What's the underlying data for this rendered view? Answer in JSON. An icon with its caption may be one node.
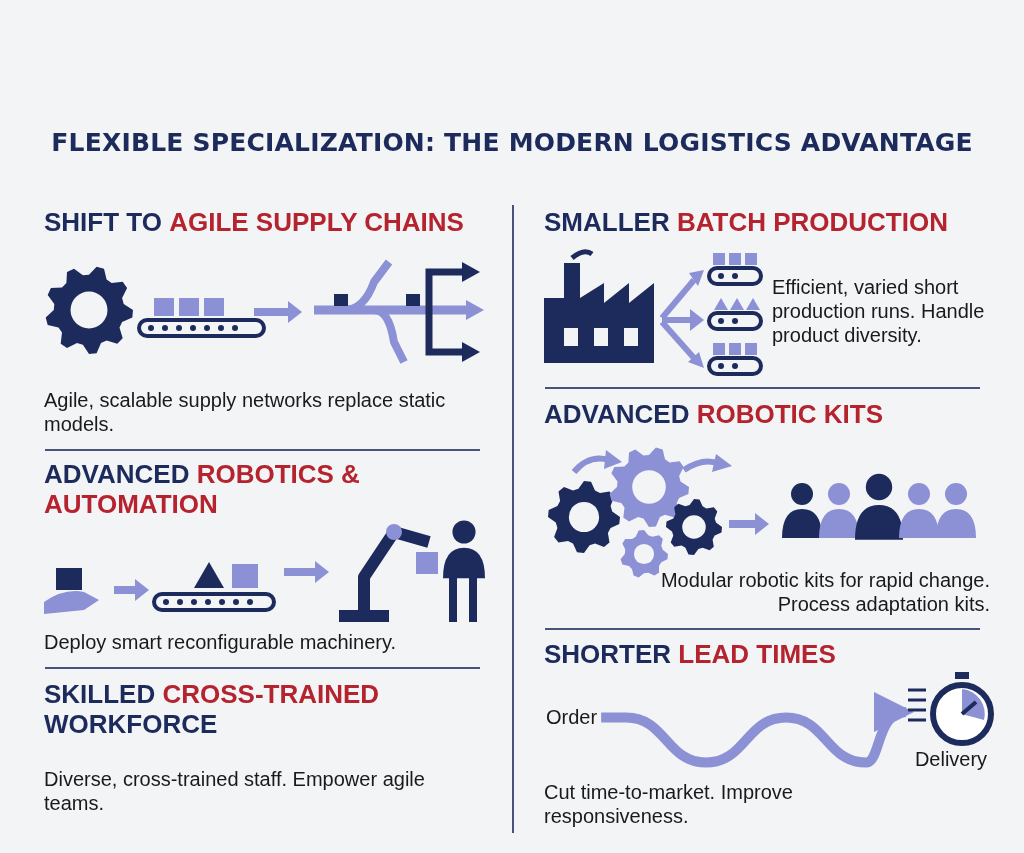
{
  "diagram": {
    "title": "FLEXIBLE SPECIALIZATION: THE MODERN LOGISTICS ADVANTAGE",
    "nodes": [
      {
        "text": [
          "SHIFT TO **AGILE SUPPLY CHAINS**",
          "Agile, scalable supply networks replace static models."
        ]
      },
      {
        "text": [
          "ADVANCED **ROBOTICS & AUTOMATION**",
          "Deploy smart reconfigurable machinery."
        ]
      },
      {
        "text": [
          "SKILLED **CROSS-TRAINED** WORKFORCE",
          "Diverse, cross-trained staff. Empower agile teams."
        ]
      },
      {
        "text": [
          "SMALLER **BATCH PRODUCTION**",
          "Efficient, varied short production runs. Handle product diversity."
        ]
      },
      {
        "text": [
          "ADVANCED **ROBOTIC KITS**",
          "Modular robotic kits for rapid change. Process adaptation kits."
        ]
      },
      {
        "text": [
          "SHORTER **LEAD TIMES**",
          "Cut time-to-market. Improve responsiveness."
        ]
      },
      {
        "text": [
          "Order"
        ],
        "in": 5
      },
      {
        "text": [
          "Delivery"
        ],
        "in": 5
      }
    ],
    "edges": [
      {
        "from": 6,
        "to": 7,
        "arrow": "to"
      }
    ]
  }
}
